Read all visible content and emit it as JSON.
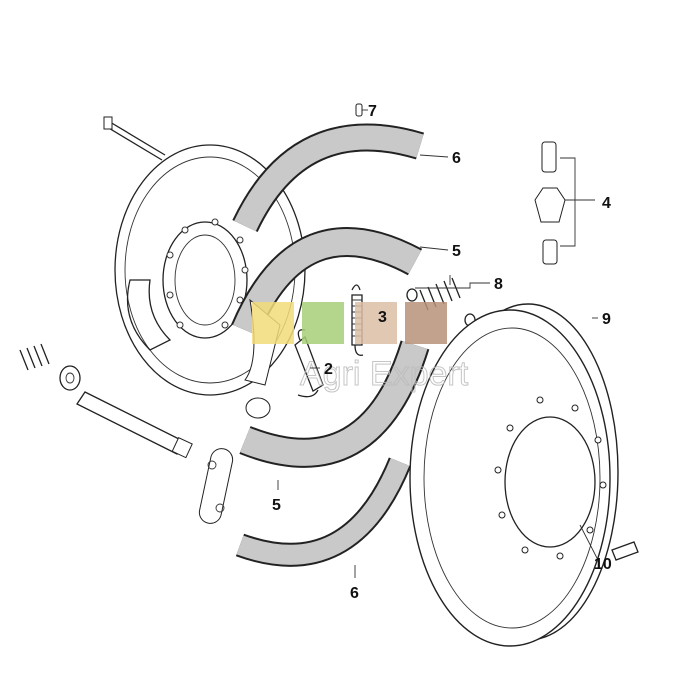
{
  "diagram": {
    "title": "Brake assembly exploded view",
    "callouts": {
      "c7": "7",
      "c6a": "6",
      "c4": "4",
      "c5a": "5",
      "c8": "8",
      "c3": "3",
      "c9": "9",
      "c2": "2",
      "c5b": "5",
      "c6b": "6",
      "c10": "10"
    },
    "watermark": "Agri Expert",
    "colors": {
      "lining": "#c9c9c9",
      "line": "#222222",
      "wm_yellow": "#f3dc7a",
      "wm_green": "#a8cf78",
      "wm_tan": "#dcbfa5",
      "wm_brown": "#b8927a"
    }
  }
}
